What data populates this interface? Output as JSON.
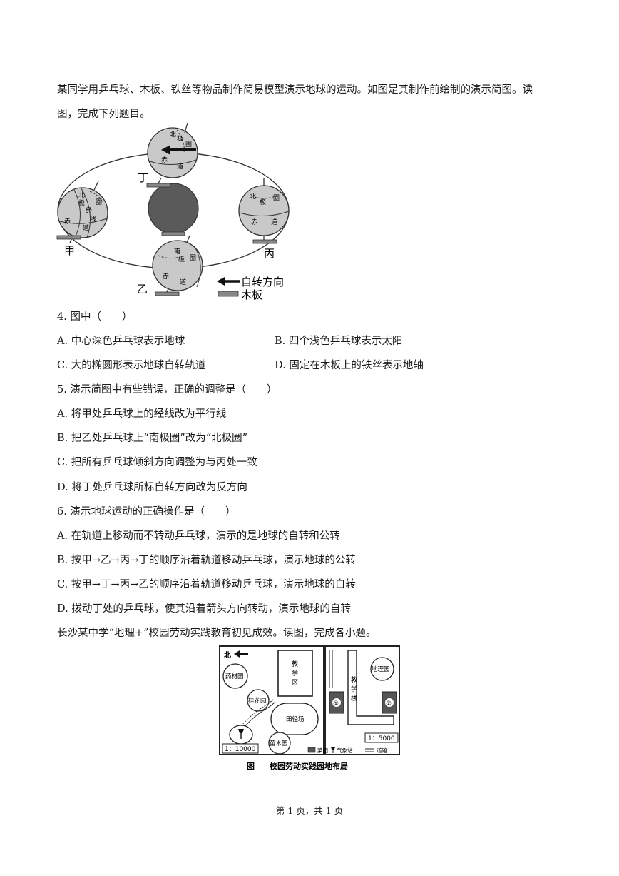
{
  "intro1": {
    "line1": "某同学用乒乓球、木板、铁丝等物品制作简易模型演示地球的运动。如图是其制作前绘制的演示简图。读",
    "line2": "图，完成下列题目。"
  },
  "figure1": {
    "labels": {
      "ding": "丁",
      "jia": "甲",
      "yi": "乙",
      "bing": "丙"
    },
    "ding_globe": {
      "t1": "北",
      "t2": "极",
      "t3": "圈",
      "t4": "赤",
      "t5": "道"
    },
    "jia_globe": {
      "t1": "北",
      "t2": "极",
      "t3": "圈",
      "t4": "经",
      "t5": "线",
      "t6": "赤",
      "t7": "道"
    },
    "bing_globe": {
      "t1": "北",
      "t2": "极",
      "t3": "圈",
      "t4": "赤",
      "t5": "道"
    },
    "yi_globe": {
      "t1": "南",
      "t2": "极",
      "t3": "圈",
      "t4": "赤",
      "t5": "道"
    },
    "legend": {
      "rotation": "自转方向",
      "board": "木板"
    }
  },
  "q4": {
    "stem": "4. 图中（　　）",
    "A": "A. 中心深色乒乓球表示地球",
    "B": "B. 四个浅色乒乓球表示太阳",
    "C": "C. 大的椭圆形表示地球自转轨道",
    "D": "D. 固定在木板上的铁丝表示地轴"
  },
  "q5": {
    "stem": "5. 演示简图中有些错误，正确的调整是（　　）",
    "A": "A. 将甲处乒乓球上的经线改为平行线",
    "B": "B. 把乙处乒乓球上“南极圈”改为“北极圈”",
    "C": "C. 把所有乒乓球倾斜方向调整为与丙处一致",
    "D": "D. 将丁处乒乓球所标自转方向改为反方向"
  },
  "q6": {
    "stem": "6. 演示地球运动的正确操作是（　　）",
    "A": "A. 在轨道上移动而不转动乒乓球，演示的是地球的自转和公转",
    "B": "B. 按甲→乙→丙→丁的顺序沿着轨道移动乒乓球，演示地球的公转",
    "C": "C. 按甲→丁→丙→乙的顺序沿着轨道移动乒乓球，演示地球的自转",
    "D": "D. 拨动丁处的乒乓球，使其沿着箭头方向转动，演示地球的自转"
  },
  "intro2": "长沙某中学“地理+”校园劳动实践教育初见成效。读图，完成各小题。",
  "figure2": {
    "north": "北",
    "yaocai": "药材园",
    "guihua": "桂花园",
    "teaching_area_1": "教",
    "teaching_area_2": "学",
    "teaching_area_3": "区",
    "tianjing": "田径场",
    "miaomu": "苗木园",
    "dili": "地理园",
    "jiaoxuelou_1": "教",
    "jiaoxuelou_2": "学",
    "jiaoxuelou_3": "楼",
    "marker1": "①",
    "marker2": "②",
    "scale_left": "1：10000",
    "scale_right": "1：5000",
    "legend_garden": "菜园",
    "legend_weather": "气象站",
    "legend_road": "道路",
    "caption_fig": "图",
    "caption_text": "校园劳动实践园地布局"
  },
  "footer": "第 1 页，共 1 页"
}
